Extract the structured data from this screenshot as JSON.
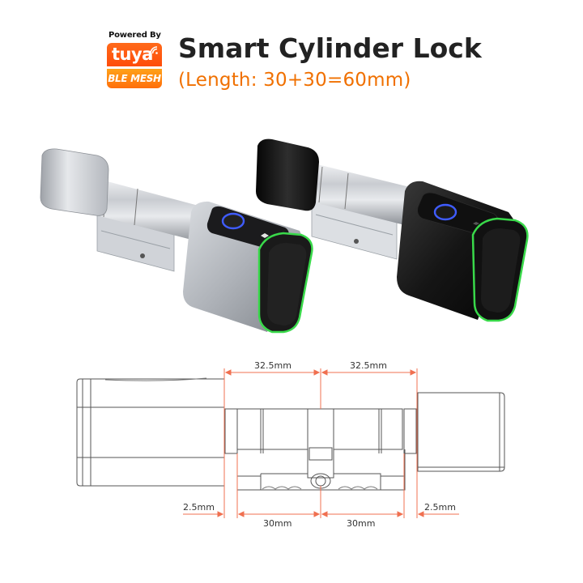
{
  "header": {
    "powered_by": "Powered By",
    "brand_name": "tuya",
    "protocol_badge": "BLE MESH",
    "title": "Smart Cylinder Lock",
    "subtitle": "(Length: 30+30=60mm)"
  },
  "products": [
    {
      "finish": "silver",
      "body_color": "#b8bcc2",
      "indicator_ring_color": "#3a5cff",
      "led_strip_color": "#39d94a"
    },
    {
      "finish": "black",
      "body_color": "#141414",
      "indicator_ring_color": "#3a5cff",
      "led_strip_color": "#39d94a"
    }
  ],
  "drawing": {
    "dimension_color": "#f07050",
    "line_color": "#555555",
    "top_dimensions": [
      {
        "label": "32.5mm",
        "side": "left"
      },
      {
        "label": "32.5mm",
        "side": "right"
      }
    ],
    "bottom_dimensions": [
      {
        "label": "2.5mm",
        "side": "left-offset"
      },
      {
        "label": "30mm",
        "side": "left"
      },
      {
        "label": "30mm",
        "side": "right"
      },
      {
        "label": "2.5mm",
        "side": "right-offset"
      }
    ]
  },
  "colors": {
    "brand_orange": "#ff5a0f",
    "subtitle_orange": "#f07000",
    "title_dark": "#222222"
  }
}
